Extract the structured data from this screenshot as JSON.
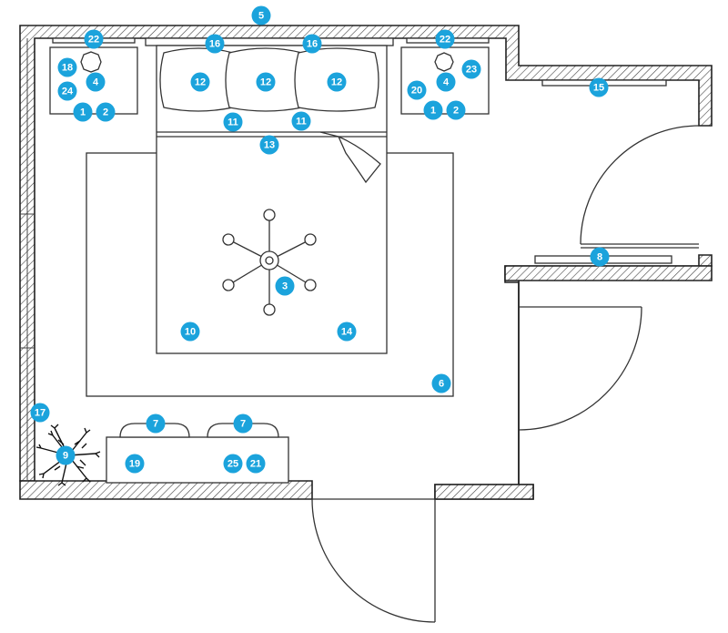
{
  "colors": {
    "marker": "#1ba3dc",
    "marker_text": "#ffffff",
    "wall_outline": "#222222"
  },
  "markers": [
    {
      "id": "m-1a",
      "label": "1"
    },
    {
      "id": "m-2a",
      "label": "2"
    },
    {
      "id": "m-1b",
      "label": "1"
    },
    {
      "id": "m-2b",
      "label": "2"
    },
    {
      "id": "m-3",
      "label": "3"
    },
    {
      "id": "m-4a",
      "label": "4"
    },
    {
      "id": "m-4b",
      "label": "4"
    },
    {
      "id": "m-5",
      "label": "5"
    },
    {
      "id": "m-6",
      "label": "6"
    },
    {
      "id": "m-7a",
      "label": "7"
    },
    {
      "id": "m-7b",
      "label": "7"
    },
    {
      "id": "m-8",
      "label": "8"
    },
    {
      "id": "m-9",
      "label": "9"
    },
    {
      "id": "m-10",
      "label": "10"
    },
    {
      "id": "m-11a",
      "label": "11"
    },
    {
      "id": "m-11b",
      "label": "11"
    },
    {
      "id": "m-12a",
      "label": "12"
    },
    {
      "id": "m-12b",
      "label": "12"
    },
    {
      "id": "m-12c",
      "label": "12"
    },
    {
      "id": "m-13",
      "label": "13"
    },
    {
      "id": "m-14",
      "label": "14"
    },
    {
      "id": "m-15",
      "label": "15"
    },
    {
      "id": "m-16a",
      "label": "16"
    },
    {
      "id": "m-16b",
      "label": "16"
    },
    {
      "id": "m-17",
      "label": "17"
    },
    {
      "id": "m-18",
      "label": "18"
    },
    {
      "id": "m-19",
      "label": "19"
    },
    {
      "id": "m-20",
      "label": "20"
    },
    {
      "id": "m-21",
      "label": "21"
    },
    {
      "id": "m-22a",
      "label": "22"
    },
    {
      "id": "m-22b",
      "label": "22"
    },
    {
      "id": "m-23",
      "label": "23"
    },
    {
      "id": "m-24",
      "label": "24"
    },
    {
      "id": "m-25",
      "label": "25"
    }
  ]
}
